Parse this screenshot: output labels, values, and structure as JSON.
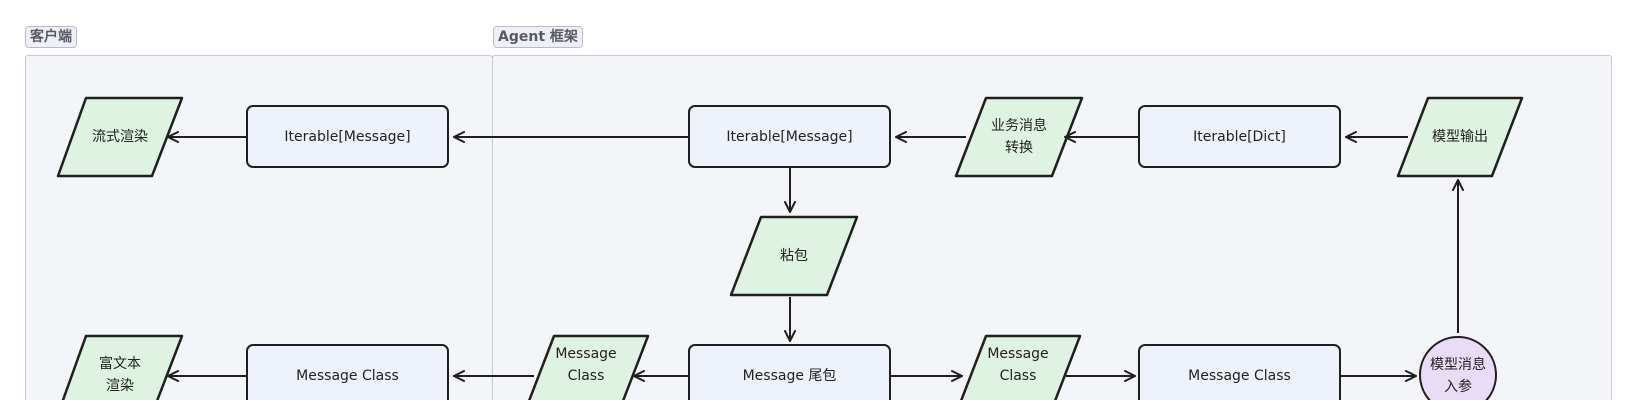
{
  "groups": {
    "client": {
      "label": "客户端"
    },
    "agent": {
      "label": "Agent 框架"
    }
  },
  "nodes": {
    "stream_render": "流式渲染",
    "client_iterable_message": "Iterable[Message]",
    "agent_iterable_message": "Iterable[Message]",
    "biz_convert": "业务消息\n转换",
    "iterable_dict": "Iterable[Dict]",
    "model_output": "模型输出",
    "sticky_packet": "粘包",
    "rich_text_render": "富文本\n渲染",
    "client_message_class": "Message Class",
    "agent_message_class_left": "Message\nClass",
    "message_tail": "Message 尾包",
    "agent_message_class_right": "Message\nClass",
    "message_class_right": "Message Class",
    "model_input": "模型消息\n入参"
  },
  "colors": {
    "rect_fill": "#eef2fb",
    "para_fill": "#dff3e2",
    "circle_fill": "#e9dcf6",
    "stroke": "#1f1f1f"
  }
}
